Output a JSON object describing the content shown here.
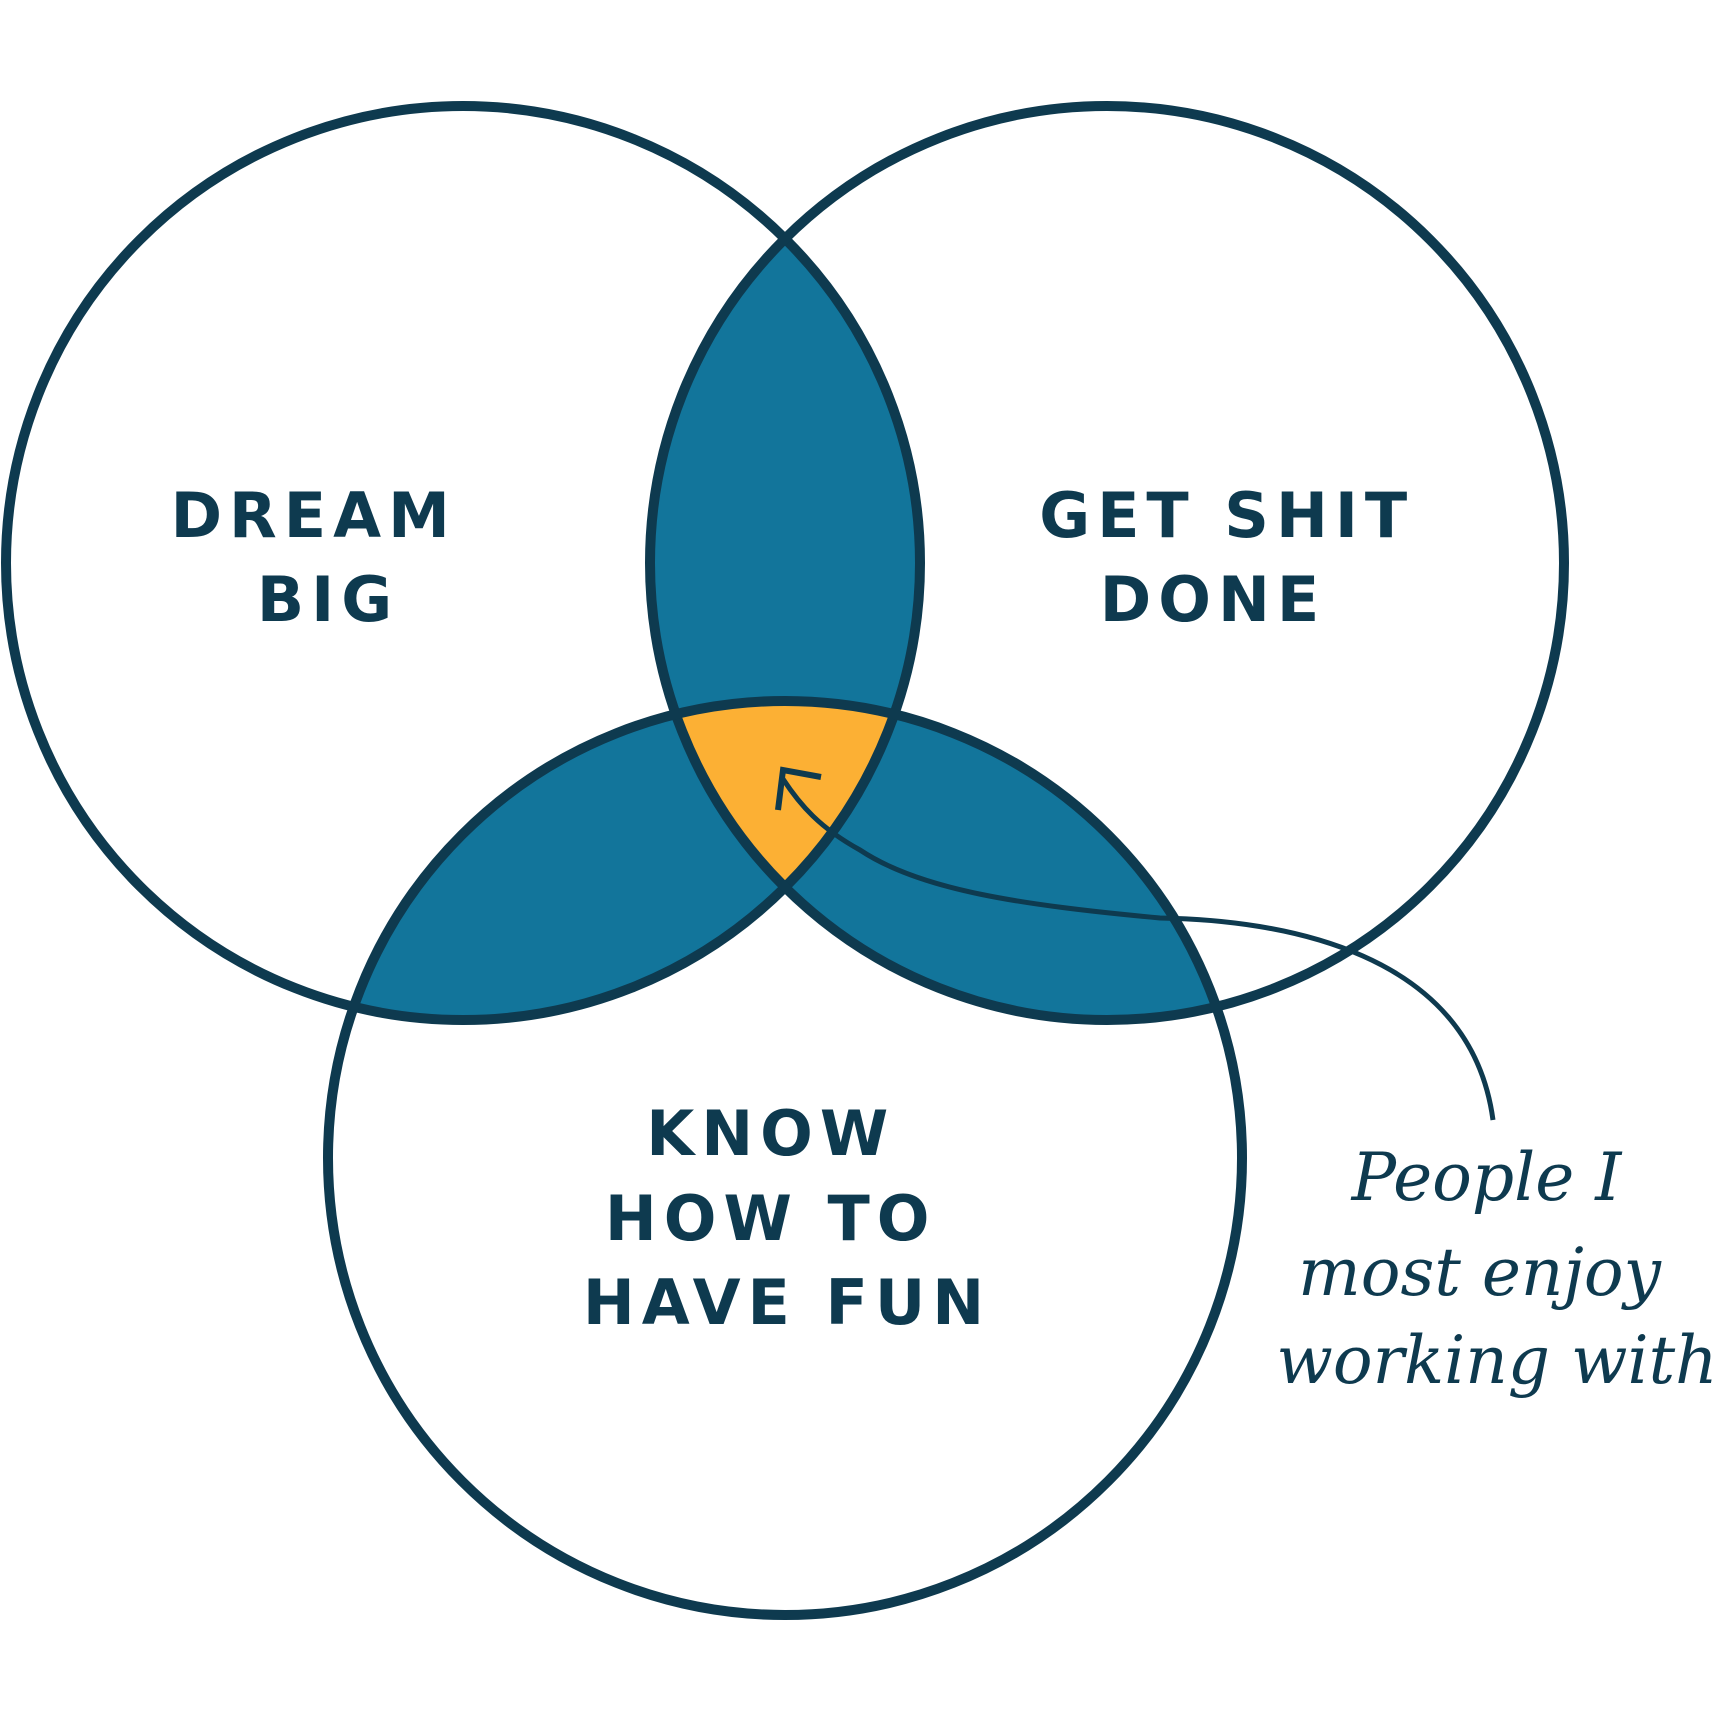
{
  "sets": {
    "dream_big": {
      "lines": [
        "DREAM",
        "BIG"
      ]
    },
    "get_shit_done": {
      "lines": [
        "GET SHIT",
        "DONE"
      ]
    },
    "have_fun": {
      "lines": [
        "KNOW",
        "HOW TO",
        "HAVE FUN"
      ]
    }
  },
  "annotation": {
    "lines": [
      "People I",
      "most enjoy",
      "working with"
    ],
    "points_to": "center-intersection"
  },
  "colors": {
    "outline": "#0e3a4f",
    "pair_overlap": "#12759b",
    "center": "#fcb034",
    "text": "#0e3a4f",
    "background": "#ffffff"
  }
}
